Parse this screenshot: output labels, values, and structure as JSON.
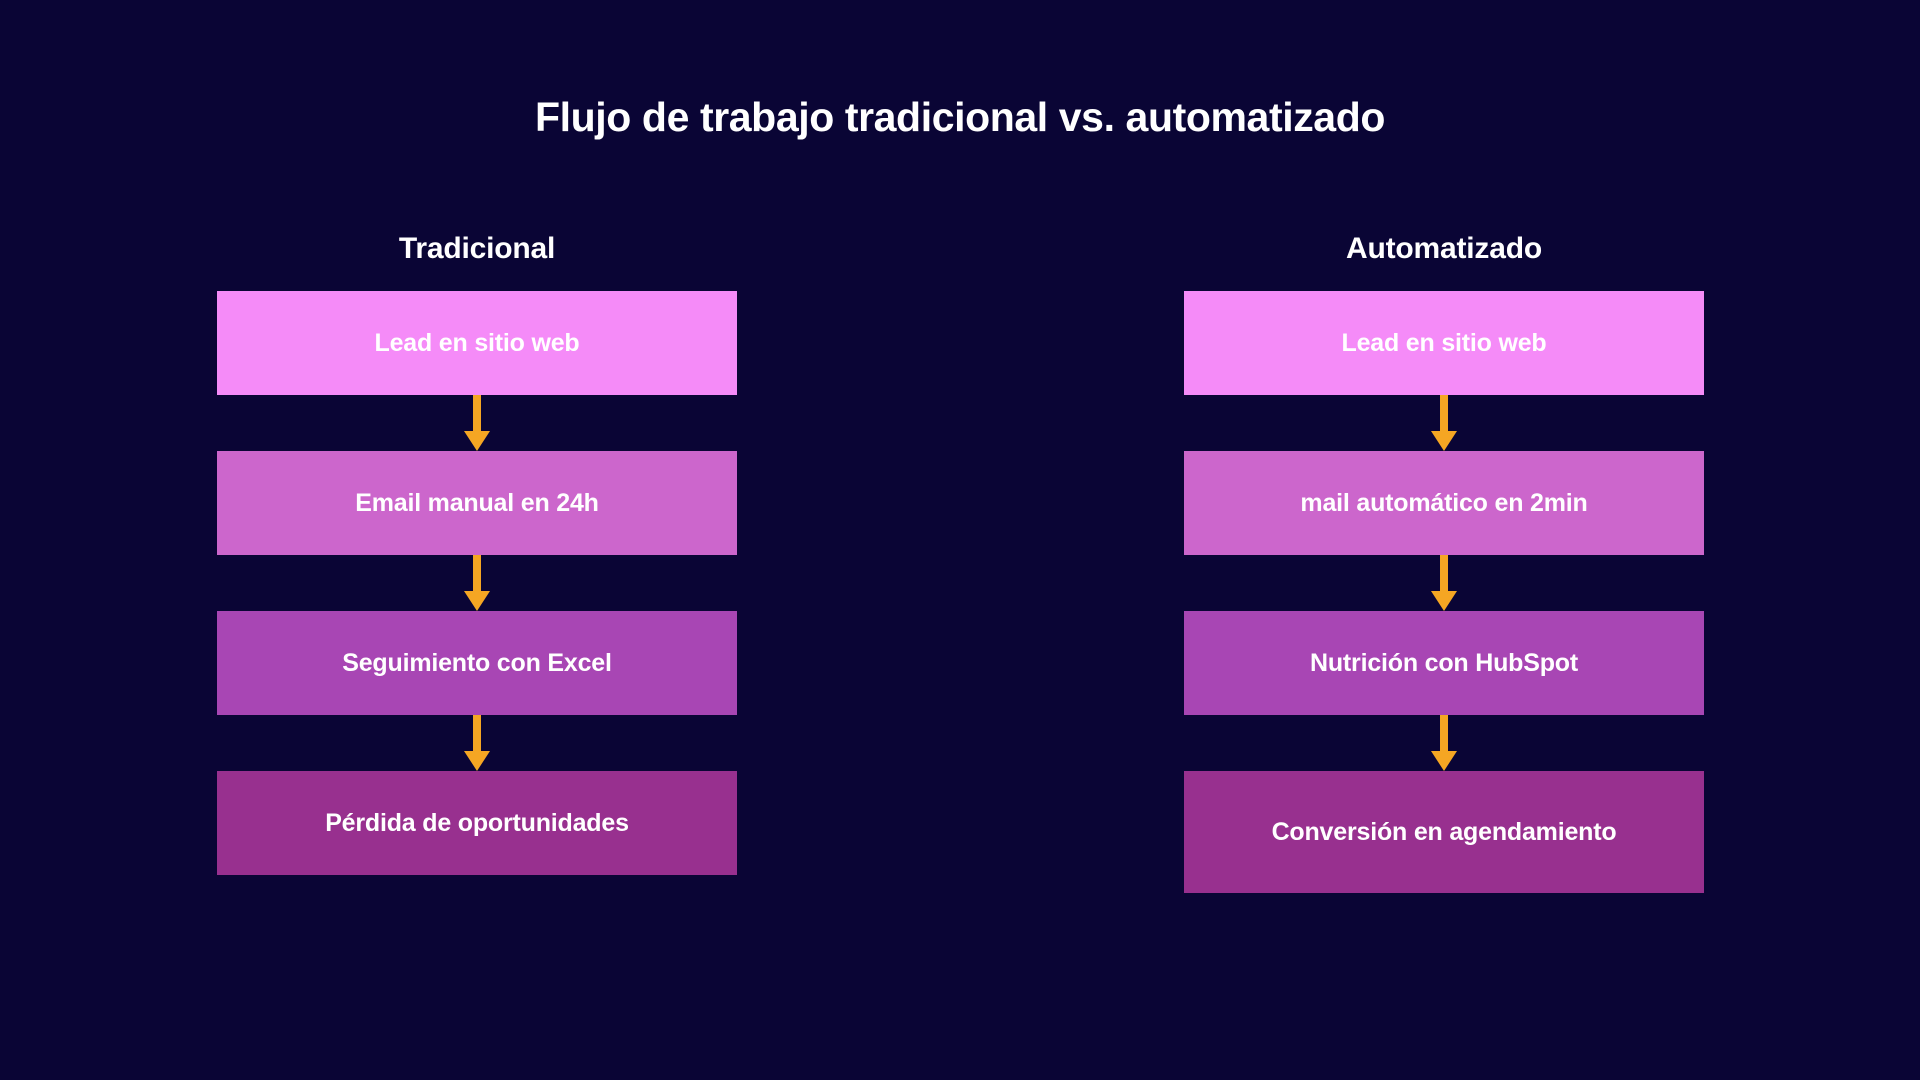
{
  "page": {
    "title": "Flujo de trabajo tradicional vs. automatizado",
    "background_color": "#0a0535",
    "title_color": "#ffffff",
    "arrow_color": "#f5a623"
  },
  "columns": [
    {
      "id": "tradicional",
      "header": "Tradicional",
      "nodes": [
        {
          "label": "Lead en sitio web",
          "color": "#f58bf8"
        },
        {
          "label": "Email manual en 24h",
          "color": "#cc66cc"
        },
        {
          "label": "Seguimiento con Excel",
          "color": "#a846b4"
        },
        {
          "label": "Pérdida de oportunidades",
          "color": "#98308f"
        }
      ]
    },
    {
      "id": "automatizado",
      "header": "Automatizado",
      "nodes": [
        {
          "label": "Lead en sitio web",
          "color": "#f58bf8"
        },
        {
          "label": "mail automático en 2min",
          "color": "#cc66cc"
        },
        {
          "label": "Nutrición con HubSpot",
          "color": "#a846b4"
        },
        {
          "label": "Conversión en agendamiento",
          "color": "#98308f"
        }
      ]
    }
  ],
  "chart_data": {
    "type": "diagram",
    "title": "Flujo de trabajo tradicional vs. automatizado",
    "diagram_kind": "two-column vertical flowchart",
    "lanes": [
      {
        "name": "Tradicional",
        "steps": [
          "Lead en sitio web",
          "Email manual en 24h",
          "Seguimiento con Excel",
          "Pérdida de oportunidades"
        ]
      },
      {
        "name": "Automatizado",
        "steps": [
          "Lead en sitio web",
          "mail automático en 2min",
          "Nutrición con HubSpot",
          "Conversión en agendamiento"
        ]
      }
    ],
    "connector": "downward-arrow",
    "connector_color": "#f5a623",
    "node_palette": [
      "#f58bf8",
      "#cc66cc",
      "#a846b4",
      "#98308f"
    ],
    "background": "#0a0535"
  }
}
